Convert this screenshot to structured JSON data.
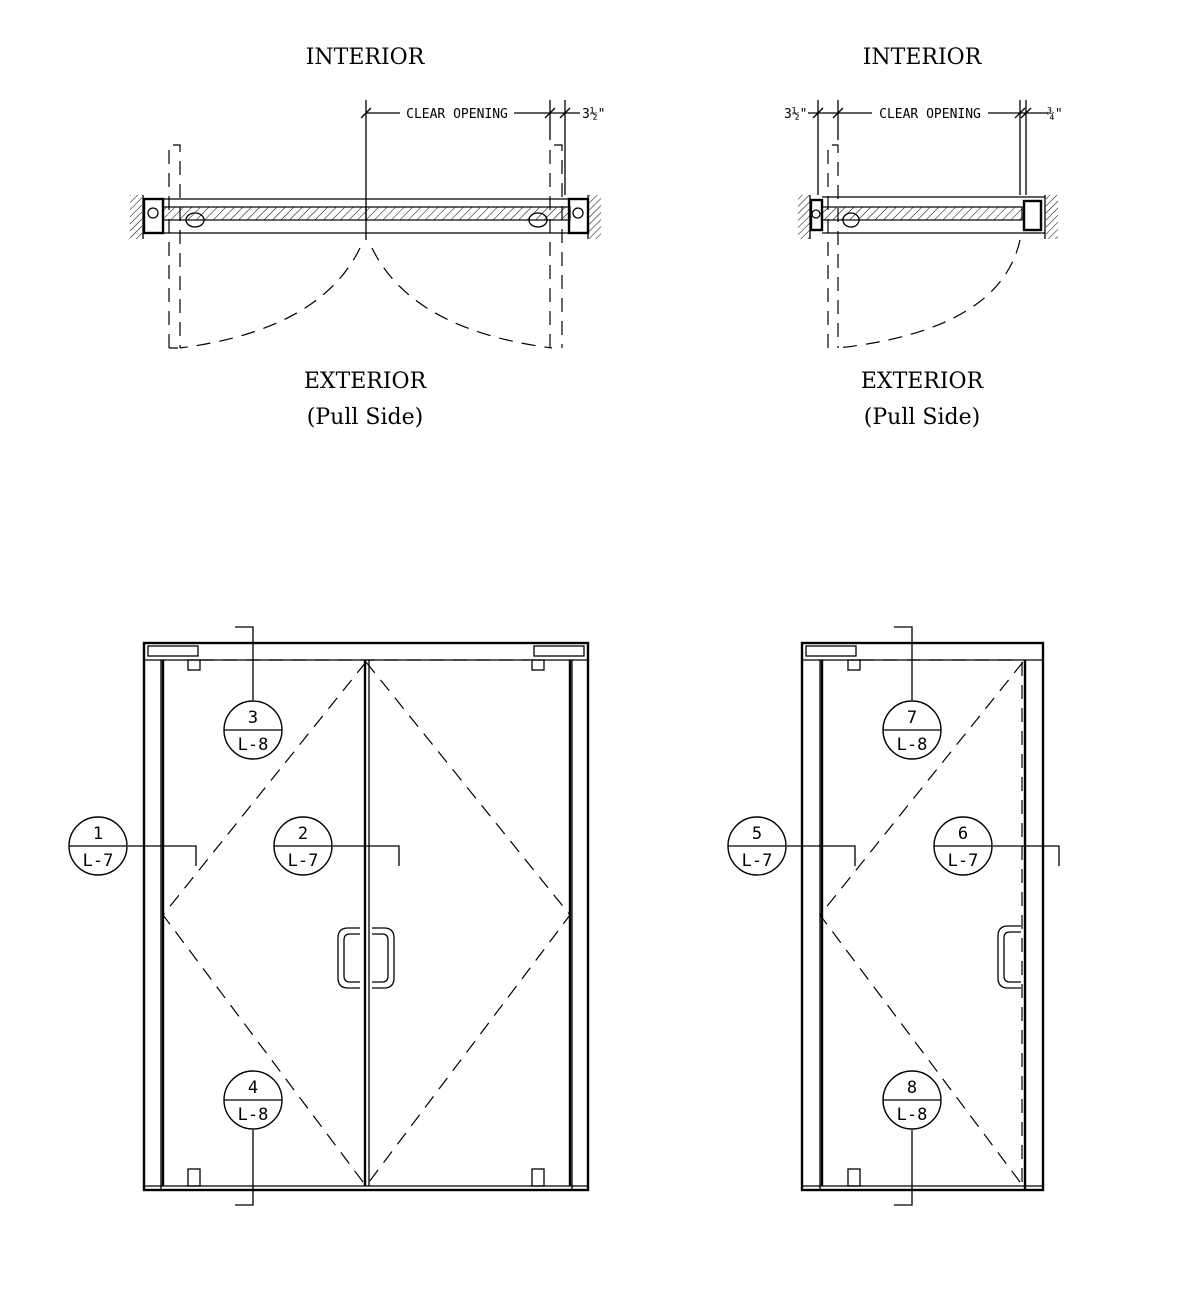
{
  "plans": [
    {
      "name": "pair-door-plan",
      "interior_label": "INTERIOR",
      "exterior_label": "EXTERIOR",
      "pull_side_label": "(Pull Side)",
      "clear_opening_label": "CLEAR OPENING",
      "right_dim": "3½\""
    },
    {
      "name": "single-door-plan",
      "interior_label": "INTERIOR",
      "exterior_label": "EXTERIOR",
      "pull_side_label": "(Pull Side)",
      "clear_opening_label": "CLEAR OPENING",
      "left_dim": "3½\"",
      "right_dim": "¾\""
    }
  ],
  "callouts": {
    "c1": {
      "num": "1",
      "sheet": "L-7"
    },
    "c2": {
      "num": "2",
      "sheet": "L-7"
    },
    "c3": {
      "num": "3",
      "sheet": "L-8"
    },
    "c4": {
      "num": "4",
      "sheet": "L-8"
    },
    "c5": {
      "num": "5",
      "sheet": "L-7"
    },
    "c6": {
      "num": "6",
      "sheet": "L-7"
    },
    "c7": {
      "num": "7",
      "sheet": "L-8"
    },
    "c8": {
      "num": "8",
      "sheet": "L-8"
    }
  }
}
